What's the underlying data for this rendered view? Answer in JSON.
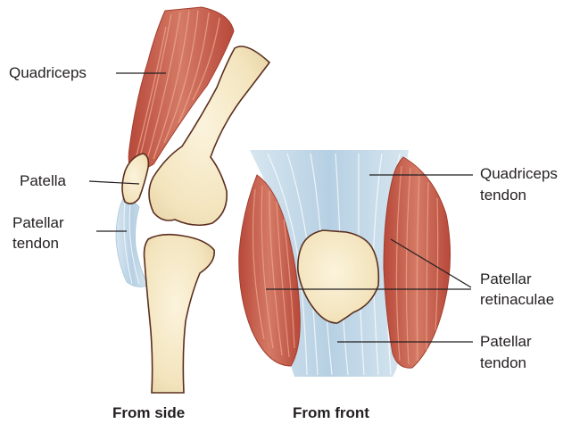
{
  "side_view": {
    "caption": "From side",
    "labels": {
      "quadriceps": "Quadriceps",
      "patella": "Patella",
      "patellar_tendon_line1": "Patellar",
      "patellar_tendon_line2": "tendon"
    }
  },
  "front_view": {
    "caption": "From front",
    "labels": {
      "quadriceps_tendon_line1": "Quadriceps",
      "quadriceps_tendon_line2": "tendon",
      "patellar_retinaculae_line1": "Patellar",
      "patellar_retinaculae_line2": "retinaculae",
      "patellar_tendon_line1": "Patellar",
      "patellar_tendon_line2": "tendon"
    }
  },
  "colors": {
    "muscle": "#c9604c",
    "muscle_stripe": "#e8a38f",
    "bone": "#f5e8c6",
    "bone_outline": "#5a2e1e",
    "tendon": "#c3d9e8",
    "tendon_stripe": "#ffffff",
    "leader_line": "#231f20"
  }
}
